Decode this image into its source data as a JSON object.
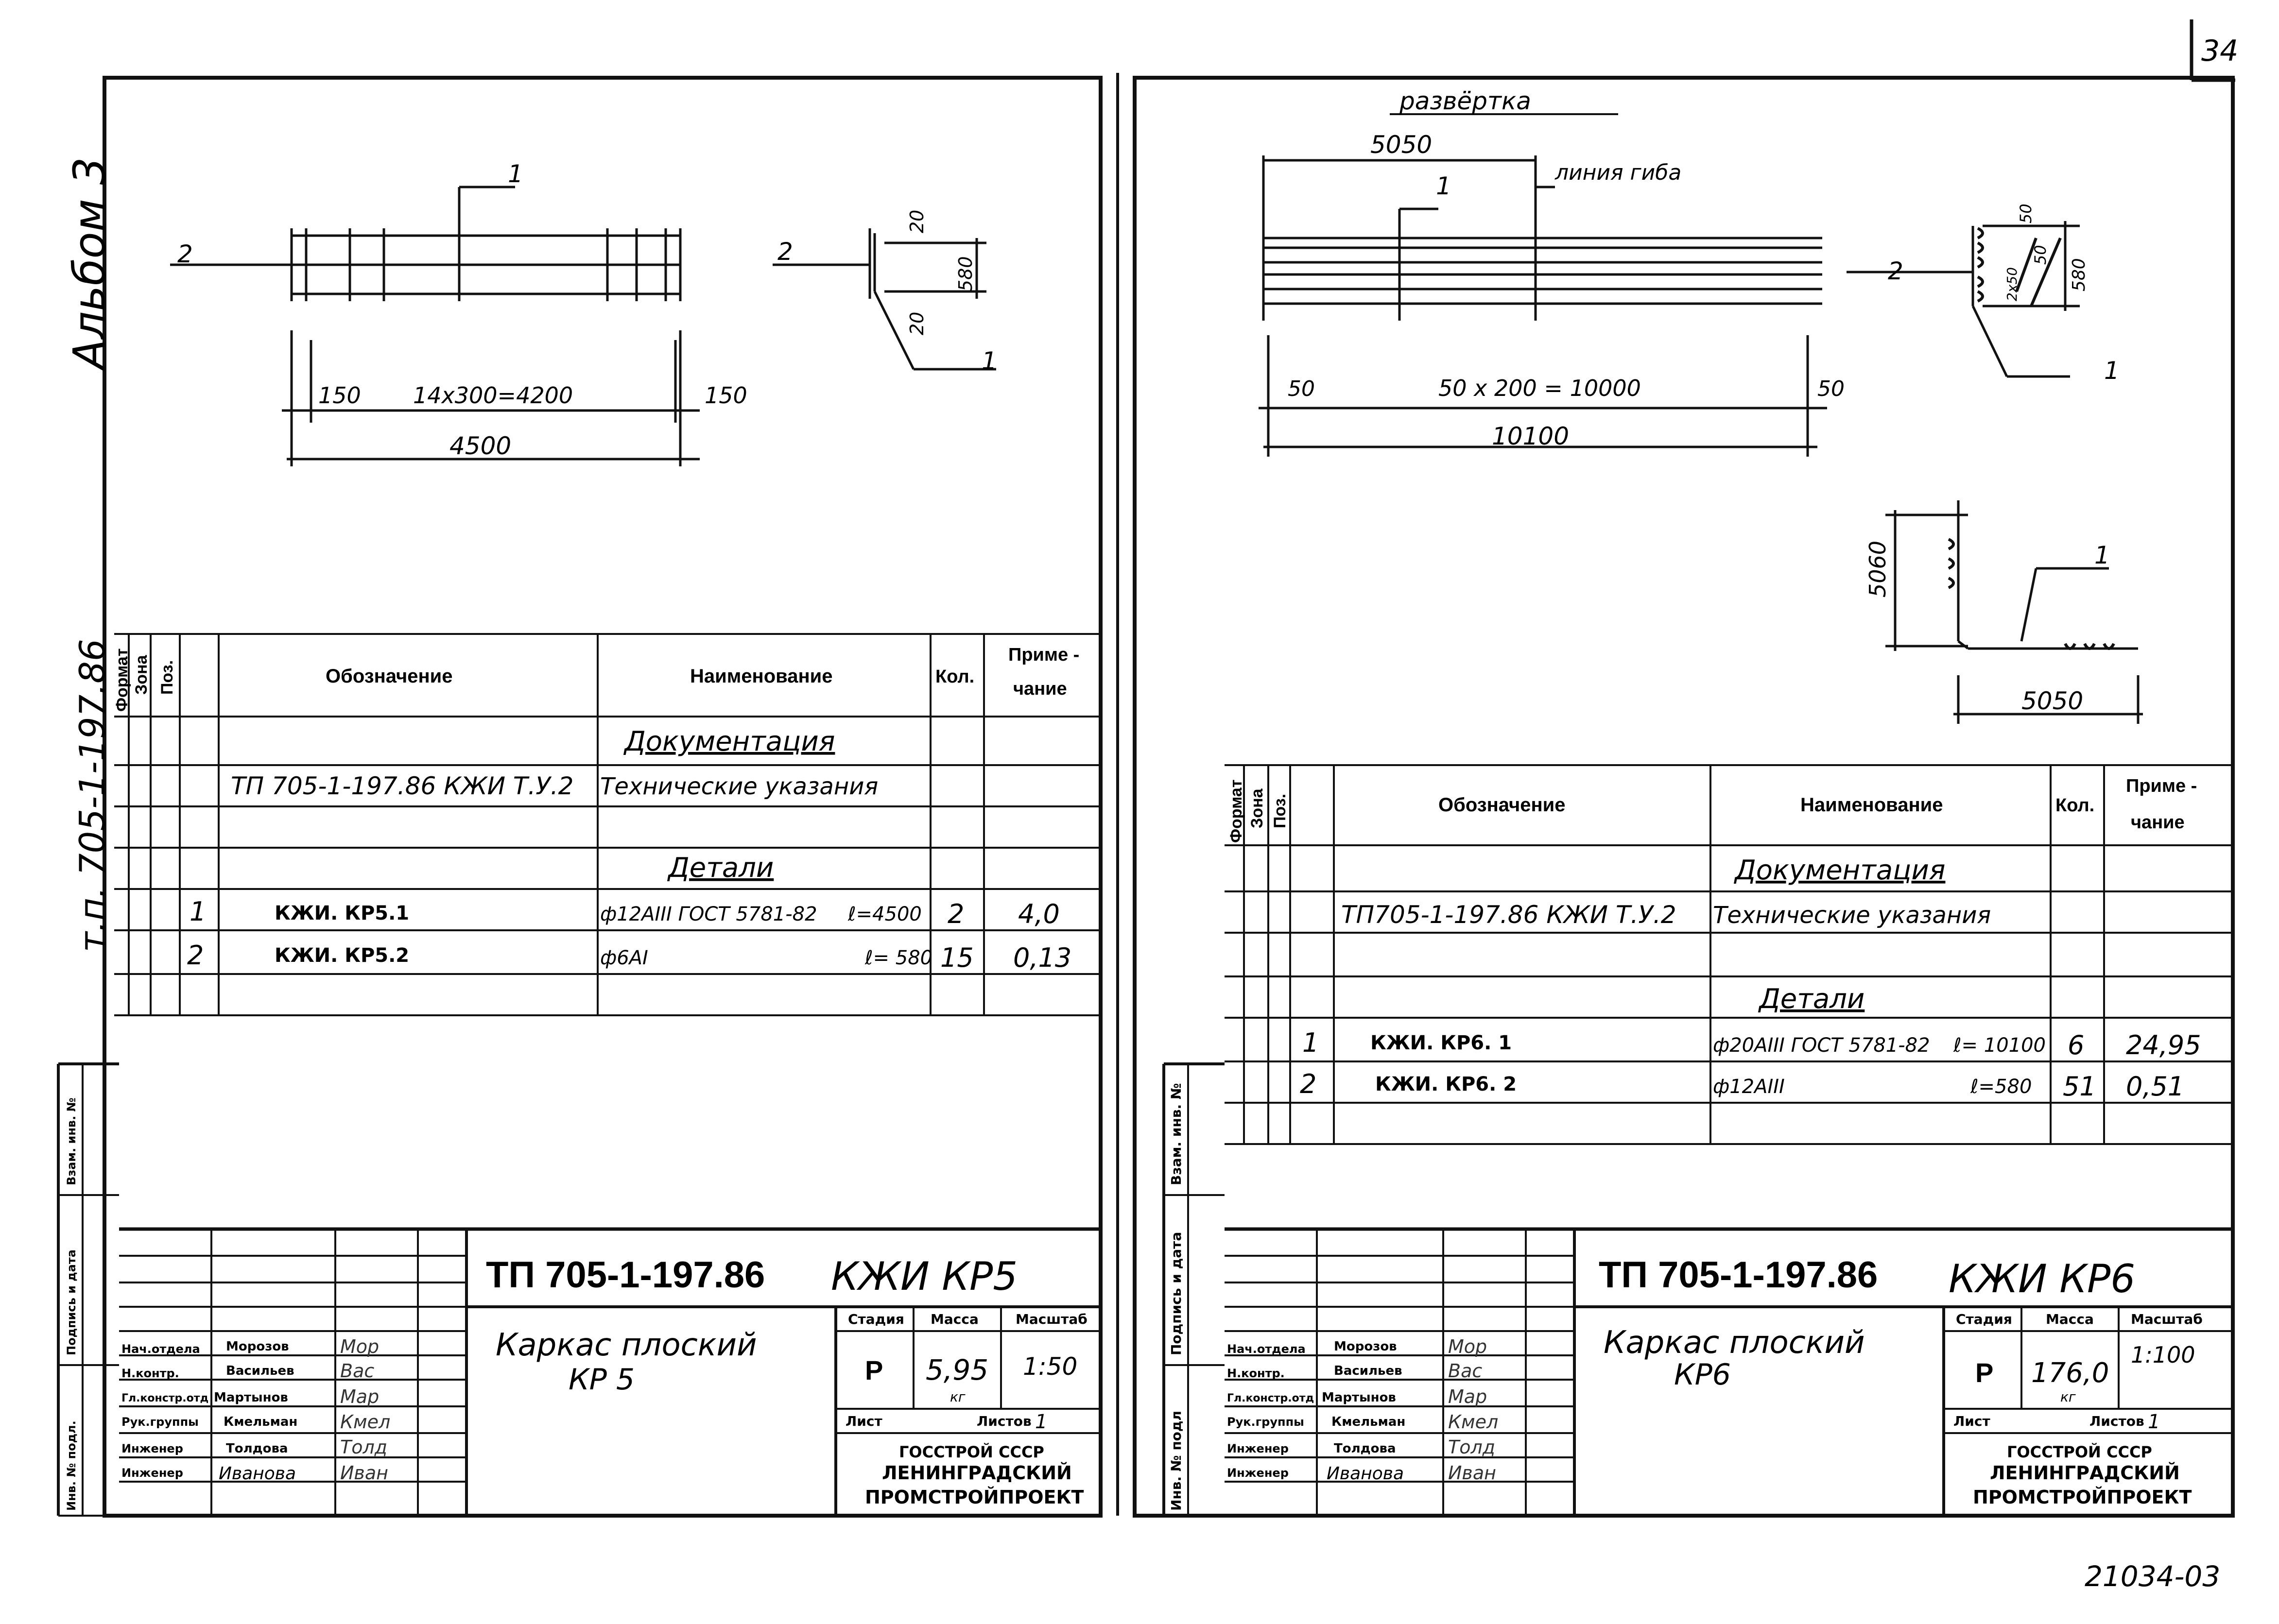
{
  "page_number": "34",
  "bottom_code": "21034-03",
  "margin": {
    "album": "Альбом 3",
    "tp": "т.п. 705-1-197.86",
    "left_stamp": [
      "Инв. № подл.",
      "Подпись и дата",
      "Взам. инв. №"
    ],
    "right_stamp": [
      "Инв. № подл",
      "Подпись и дата",
      "Взам. инв. №"
    ]
  },
  "spec_headers": {
    "format": "Формат",
    "zone": "Зона",
    "pos": "Поз.",
    "designation": "Обозначение",
    "name": "Наименование",
    "qty": "Кол.",
    "note_line1": "Приме -",
    "note_line2": "чание"
  },
  "left": {
    "drawing": {
      "pos1": "1",
      "pos2": "2",
      "pos2_section": "2",
      "pos1_section": "1",
      "dim_150_left": "150",
      "dim_span": "14x300=4200",
      "dim_150_right": "150",
      "dim_total": "4500",
      "dim_20_top": "20",
      "dim_580": "580",
      "dim_20_bottom": "20"
    },
    "spec": {
      "section_docs": "Документация",
      "doc_designation": "ТП 705-1-197.86 КЖИ Т.У.2",
      "doc_name": "Технические указания",
      "section_parts": "Детали",
      "rows": [
        {
          "pos": "1",
          "designation": "КЖИ. КР5.1",
          "name_a": "ф12АIII ГОСТ 5781-82",
          "name_b": "ℓ=4500",
          "qty": "2",
          "note": "4,0"
        },
        {
          "pos": "2",
          "designation": "КЖИ. КР5.2",
          "name_a": "ф6АI",
          "name_b": "ℓ= 580",
          "qty": "15",
          "note": "0,13"
        }
      ]
    },
    "title_block": {
      "code": "ТП 705-1-197.86",
      "mark": "КЖИ КР5",
      "name_line1": "Каркас плоский",
      "name_line2": "КР 5",
      "stage_label": "Стадия",
      "mass_label": "Масса",
      "scale_label": "Масштаб",
      "stage": "Р",
      "mass": "5,95",
      "mass_unit": "кг",
      "scale": "1:50",
      "sheet_label": "Лист",
      "sheets_label": "Листов",
      "sheets": "1",
      "org": [
        "ГОССТРОЙ СССР",
        "ЛЕНИНГРАДСКИЙ",
        "ПРОМСТРОЙПРОЕКТ"
      ],
      "people": [
        {
          "role": "Нач.отдела",
          "name": "Морозов",
          "sign": "Мор"
        },
        {
          "role": "Н.контр.",
          "name": "Васильев",
          "sign": "Вас"
        },
        {
          "role": "Гл.констр.отд",
          "name": "Мартынов",
          "sign": "Мар"
        },
        {
          "role": "Рук.группы",
          "name": "Кмельман",
          "sign": "Кмел"
        },
        {
          "role": "Инженер",
          "name": "Толдова",
          "sign": "Толд"
        },
        {
          "role": "Инженер",
          "name": "Иванова",
          "sign": "Иван"
        }
      ]
    }
  },
  "right": {
    "drawing": {
      "razvertka": "развёртка",
      "dim_5050": "5050",
      "bend_line": "линия гиба",
      "pos1": "1",
      "pos2": "2",
      "pos1_section": "1",
      "dim_50_left": "50",
      "dim_span": "50 x 200 = 10000",
      "dim_50_right": "50",
      "dim_total": "10100",
      "sec_50a": "50",
      "sec_50b": "50",
      "sec_2x50": "2x50",
      "sec_580": "580",
      "corner_pos": "1",
      "corner_v": "5060",
      "corner_h": "5050"
    },
    "spec": {
      "section_docs": "Документация",
      "doc_designation": "ТП705-1-197.86 КЖИ Т.У.2",
      "doc_name": "Технические указания",
      "section_parts": "Детали",
      "rows": [
        {
          "pos": "1",
          "designation": "КЖИ. КР6. 1",
          "name_a": "ф20АIII ГОСТ 5781-82",
          "name_b": "ℓ= 10100",
          "qty": "6",
          "note": "24,95"
        },
        {
          "pos": "2",
          "designation": "КЖИ. КР6. 2",
          "name_a": "ф12АIII",
          "name_b": "ℓ=580",
          "qty": "51",
          "note": "0,51"
        }
      ]
    },
    "title_block": {
      "code": "ТП 705-1-197.86",
      "mark": "КЖИ КР6",
      "name_line1": "Каркас плоский",
      "name_line2": "КР6",
      "stage_label": "Стадия",
      "mass_label": "Масса",
      "scale_label": "Масштаб",
      "stage": "Р",
      "mass": "176,0",
      "mass_unit": "кг",
      "scale": "1:100",
      "sheet_label": "Лист",
      "sheets_label": "Листов",
      "sheets": "1",
      "org": [
        "ГОССТРОЙ СССР",
        "ЛЕНИНГРАДСКИЙ",
        "ПРОМСТРОЙПРОЕКТ"
      ],
      "people": [
        {
          "role": "Нач.отдела",
          "name": "Морозов",
          "sign": "Мор"
        },
        {
          "role": "Н.контр.",
          "name": "Васильев",
          "sign": "Вас"
        },
        {
          "role": "Гл.констр.отд",
          "name": "Мартынов",
          "sign": "Мар"
        },
        {
          "role": "Рук.группы",
          "name": "Кмельман",
          "sign": "Кмел"
        },
        {
          "role": "Инженер",
          "name": "Толдова",
          "sign": "Толд"
        },
        {
          "role": "Инженер",
          "name": "Иванова",
          "sign": "Иван"
        }
      ]
    }
  }
}
